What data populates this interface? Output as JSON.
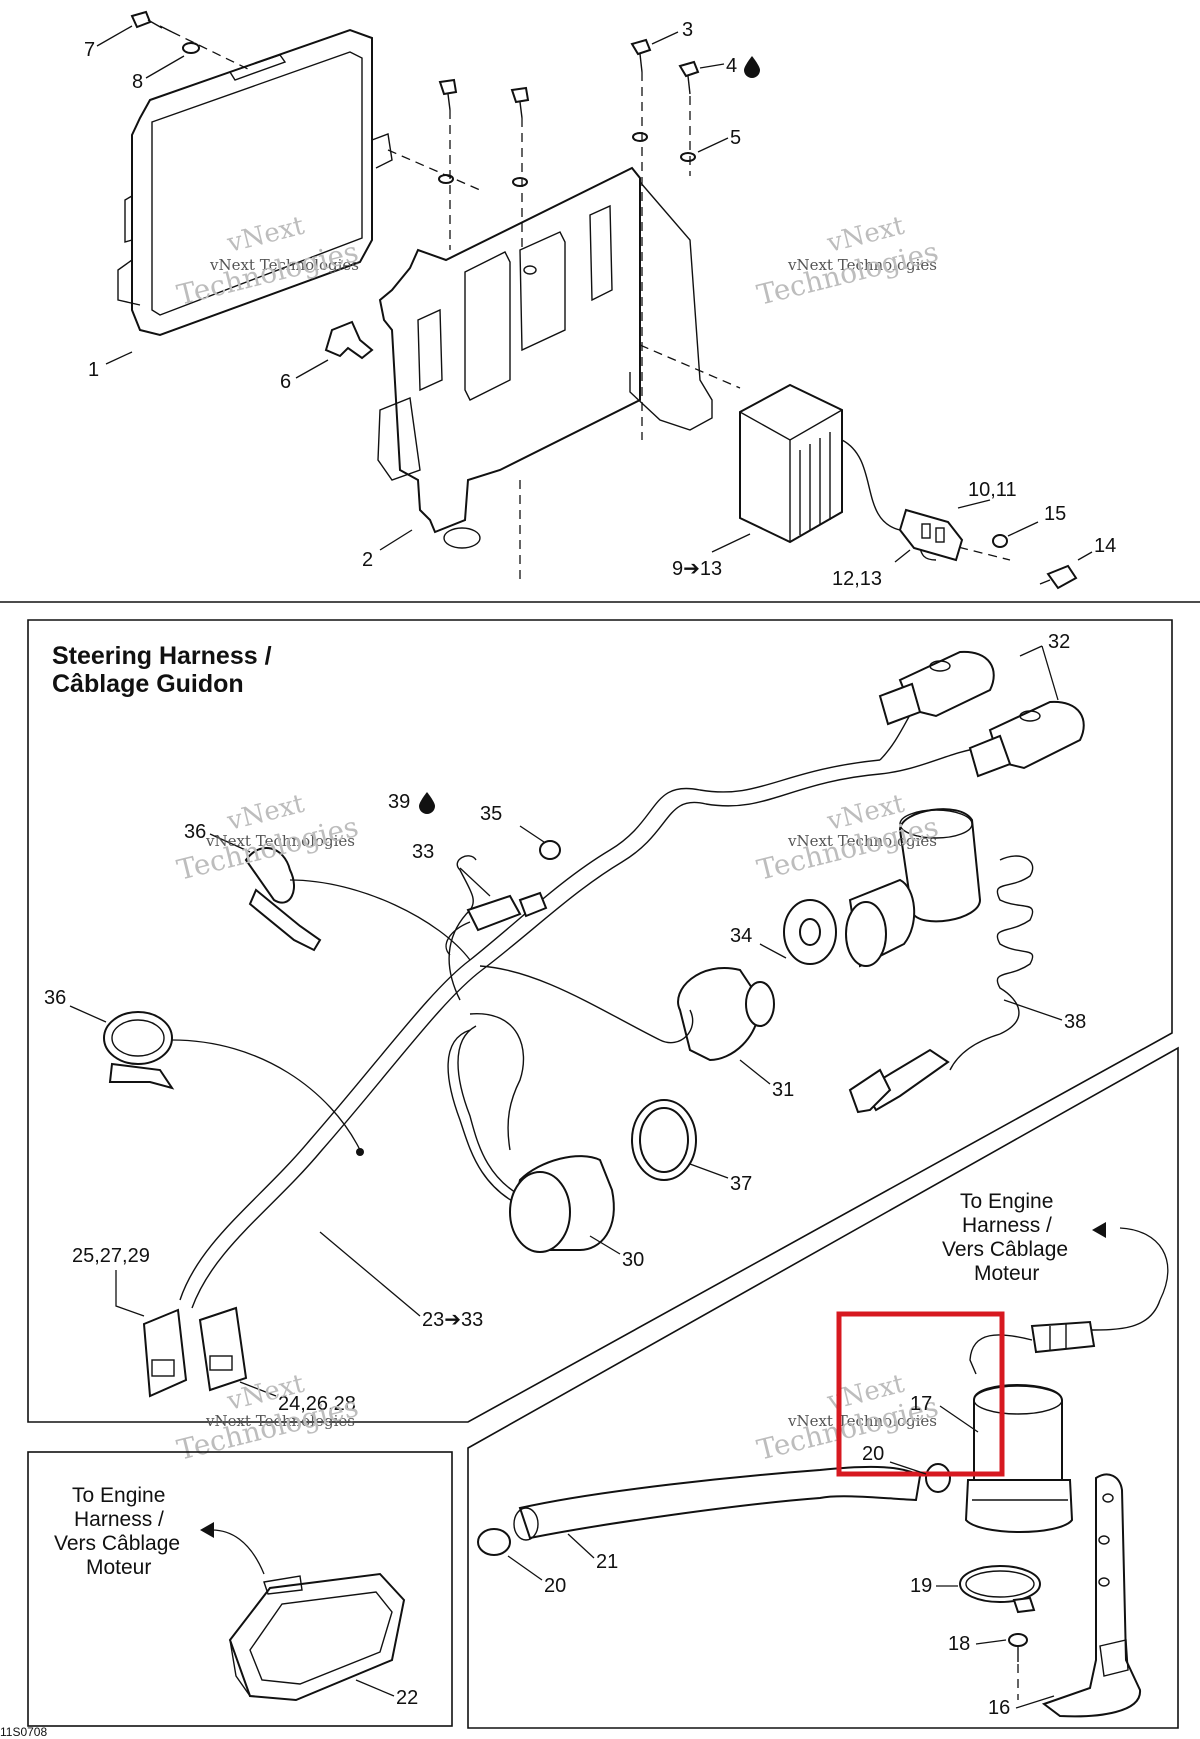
{
  "top_callouts": {
    "c1": "1",
    "c2": "2",
    "c3": "3",
    "c4": "4",
    "c5": "5",
    "c6": "6",
    "c7": "7",
    "c8": "8",
    "c9_13": "9➔13",
    "c10_11": "10,11",
    "c12_13": "12,13",
    "c14": "14",
    "c15": "15"
  },
  "steering_section": {
    "title_line1": "Steering Harness /",
    "title_line2": "Câblage Guidon",
    "callouts": {
      "c32": "32",
      "c39": "39",
      "c35": "35",
      "c33": "33",
      "c36a": "36",
      "c36b": "36",
      "c34": "34",
      "c38": "38",
      "c31": "31",
      "c37": "37",
      "c30": "30",
      "c25_27_29": "25,27,29",
      "c23_33": "23➔33",
      "c24_26_28": "24,26,28"
    }
  },
  "engine_note_right": {
    "line1": "To Engine",
    "line2": "Harness /",
    "line3": "Vers Câblage",
    "line4": "Moteur"
  },
  "engine_note_left": {
    "line1": "To Engine",
    "line2": "Harness /",
    "line3": "Vers Câblage",
    "line4": "Moteur"
  },
  "pump_callouts": {
    "c17": "17",
    "c20a": "20",
    "c20b": "20",
    "c21": "21",
    "c19": "19",
    "c18": "18",
    "c16": "16",
    "c22": "22"
  },
  "watermark": {
    "line1": "vNext",
    "line2": "vNext Technologies",
    "line3": "Technologies"
  },
  "drawing_ref": "11S0708",
  "colors": {
    "highlight": "#d71920",
    "ink": "#111111",
    "watermark": "#bdbdbd"
  },
  "icons": {
    "oil_drop": "drop-icon",
    "arrow": "arrow-right-icon"
  }
}
